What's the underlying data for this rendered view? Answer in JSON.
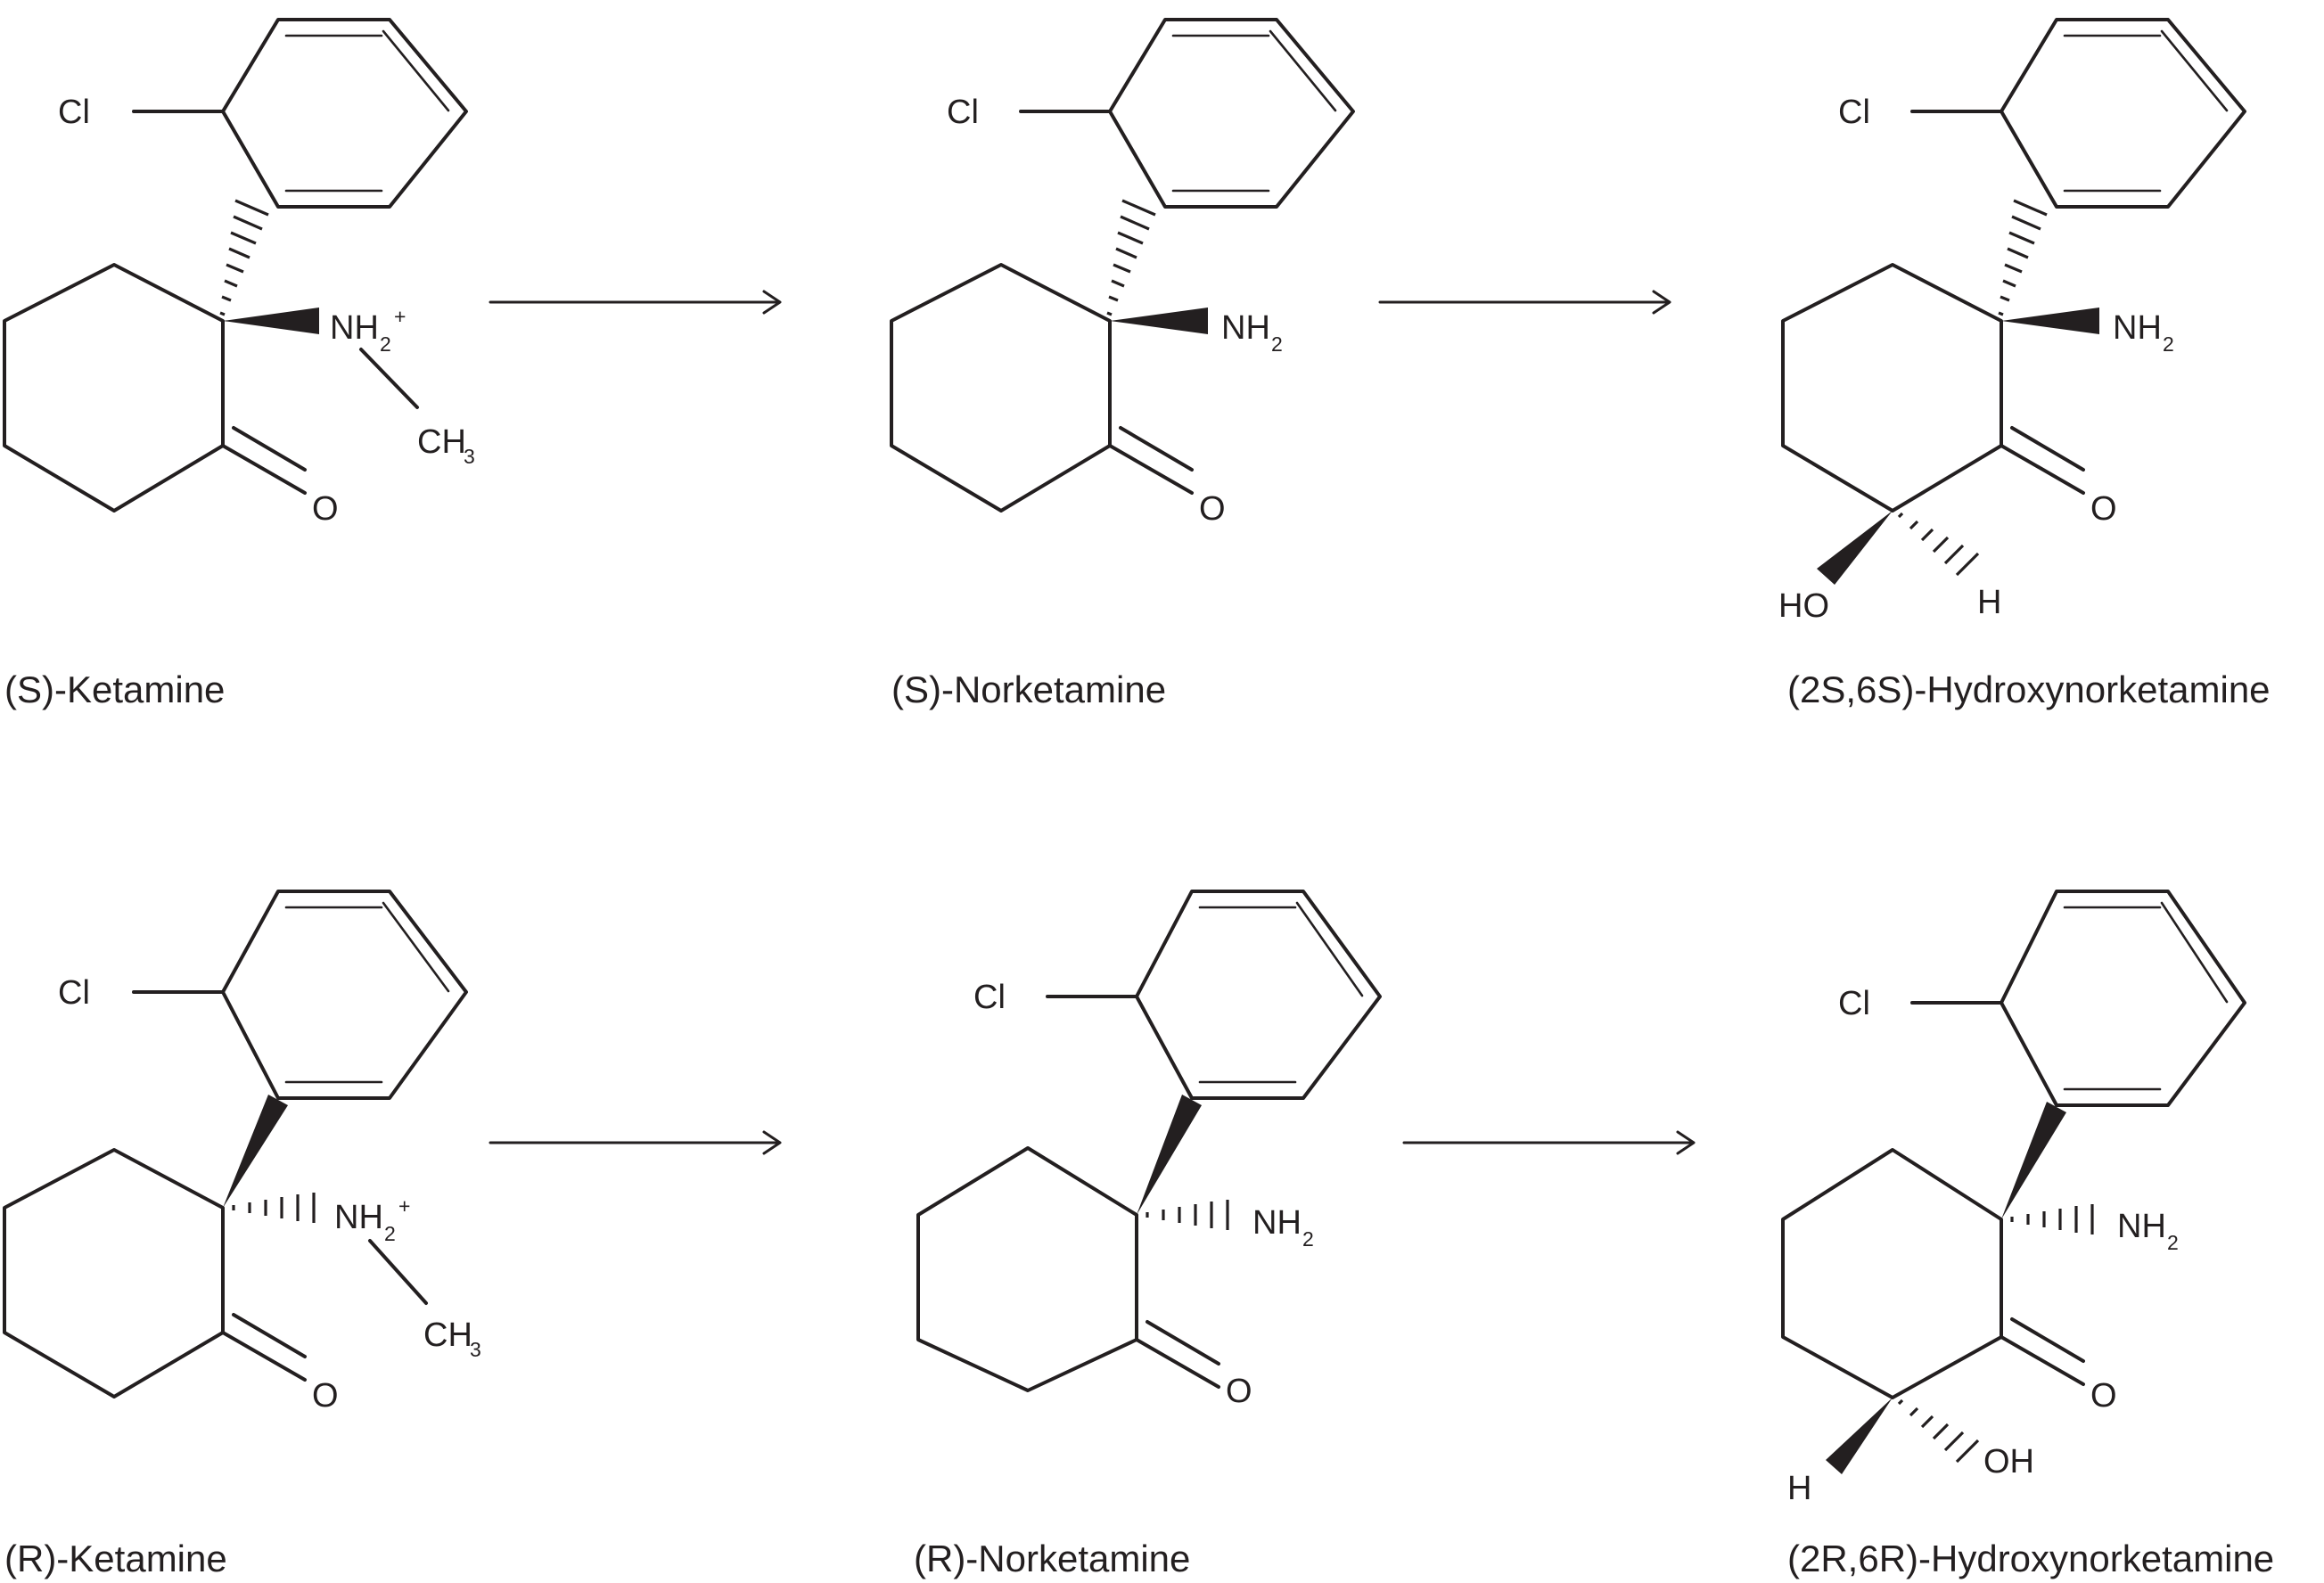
{
  "atoms": {
    "cl": "Cl",
    "o": "O",
    "nh": "NH",
    "sub_2": "2",
    "sup_plus": "+",
    "ch": "CH",
    "sub_3": "3",
    "ho": "HO",
    "oh": "OH",
    "h": "H"
  },
  "captions": {
    "s_ketamine": "(S)-Ketamine",
    "s_norketamine": "(S)-Norketamine",
    "s_hnk": "(2S,6S)-Hydroxynorketamine",
    "r_ketamine": "(R)-Ketamine",
    "r_norketamine": "(R)-Norketamine",
    "r_hnk": "(2R,6R)-Hydroxynorketamine"
  }
}
